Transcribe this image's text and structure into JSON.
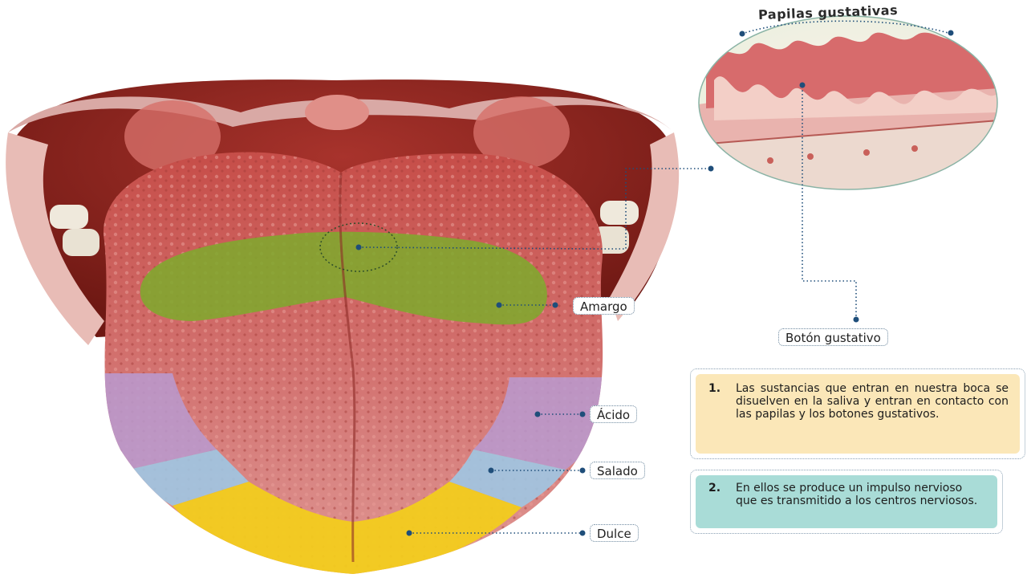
{
  "labels": {
    "papilas": "Papilas gustativas",
    "boton": "Botón gustativo",
    "amargo": "Amargo",
    "acido": "Ácido",
    "salado": "Salado",
    "dulce": "Dulce"
  },
  "steps": [
    {
      "num": "1.",
      "text": "Las sustancias que entran en nuestra boca se disuelven en la saliva y entran en contacto con las papilas y los botones gustativos."
    },
    {
      "num": "2.",
      "text": "En ellos se produce un impulso nervioso que es transmitido a los centros nerviosos."
    }
  ],
  "colors": {
    "amargo": "#7fa82e",
    "acido": "#b99ad0",
    "salado": "#9fc7e3",
    "dulce": "#f2cc1e",
    "step1_bg": "#fbe7b8",
    "step2_bg": "#a9dcd7",
    "leader": "#1f4e7a"
  }
}
